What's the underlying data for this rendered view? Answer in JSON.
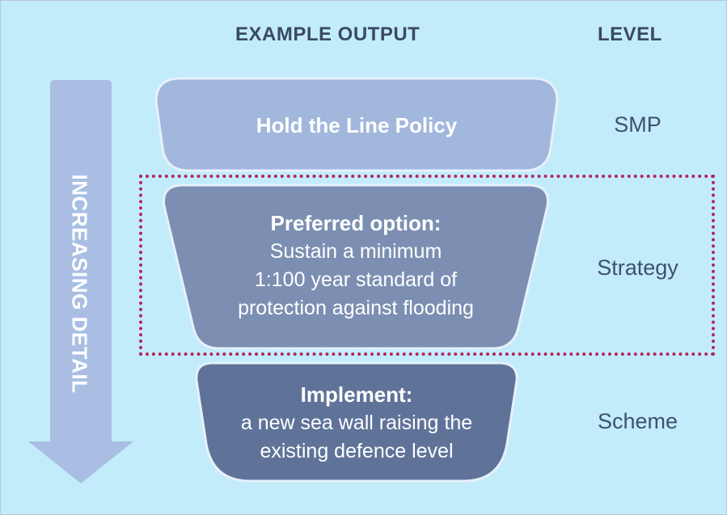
{
  "headers": {
    "output": "EXAMPLE OUTPUT",
    "level": "LEVEL"
  },
  "arrow": {
    "label": "INCREASING DETAIL"
  },
  "tiers": [
    {
      "title": "Hold the Line Policy",
      "lines": [],
      "level": "SMP",
      "fill": "#a2b7dc"
    },
    {
      "title": "Preferred option:",
      "lines": [
        "Sustain a minimum",
        "1:100 year standard of",
        "protection against flooding"
      ],
      "level": "Strategy",
      "fill": "#7c8fb2"
    },
    {
      "title": "Implement:",
      "lines": [
        "a new sea wall raising the",
        "existing defence level"
      ],
      "level": "Scheme",
      "fill": "#5f7399"
    }
  ],
  "colors": {
    "background": "#c3ecfb",
    "arrow": "#a9bee2",
    "highlight_border": "#b4245c",
    "header_text": "#3a4a63",
    "level_text": "#3e5170"
  }
}
